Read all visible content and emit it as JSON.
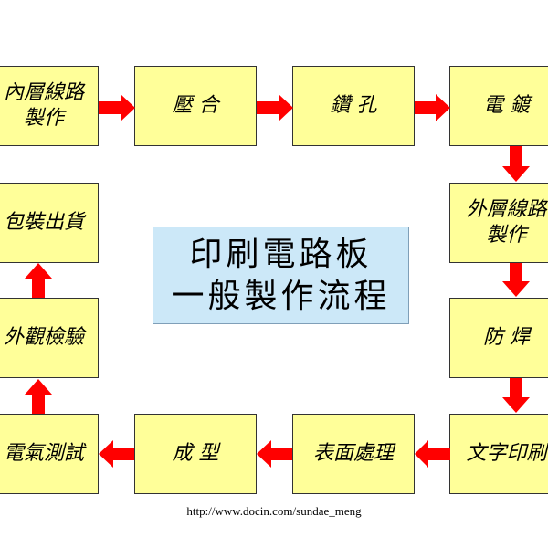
{
  "title": {
    "line1": "印刷電路板",
    "line2": "一般製作流程"
  },
  "steps": [
    "內層線路\n製作",
    "壓 合",
    "鑽 孔",
    "電 鍍",
    "外層線路\n製作",
    "防 焊",
    "文字印刷",
    "表面處理",
    "成 型",
    "電氣測試",
    "外觀檢驗",
    "包裝出貨"
  ],
  "footer_url": "http://www.docin.com/sundae_meng",
  "colors": {
    "box_fill": "#ffff99",
    "arrow": "#ff0000",
    "title_fill": "#cce8f8"
  }
}
